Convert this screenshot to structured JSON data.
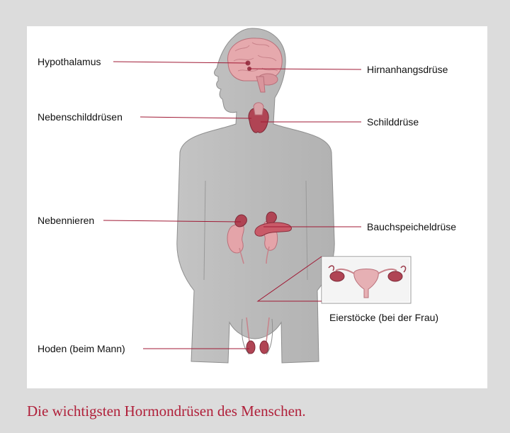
{
  "labels": {
    "hypothalamus": "Hypothalamus",
    "hirnanhangsdruese": "Hirnanhangsdrüse",
    "nebenschilddruesen": "Nebenschilddrüsen",
    "schilddruese": "Schilddrüse",
    "nebennieren": "Nebennieren",
    "bauchspeicheldruese": "Bauchspeicheldrüse",
    "eierstoecke": "Eierstöcke (bei der Frau)",
    "hoden": "Hoden (beim Mann)"
  },
  "caption": "Die wichtigsten Hormondrüsen des Menschen.",
  "colors": {
    "background": "#dcdcdc",
    "panel": "#ffffff",
    "body_silhouette": "#b9b9b9",
    "organ": "#e0a0a6",
    "organ_dark": "#9b3a4a",
    "leader_line": "#a01a35",
    "caption": "#b0203a"
  }
}
